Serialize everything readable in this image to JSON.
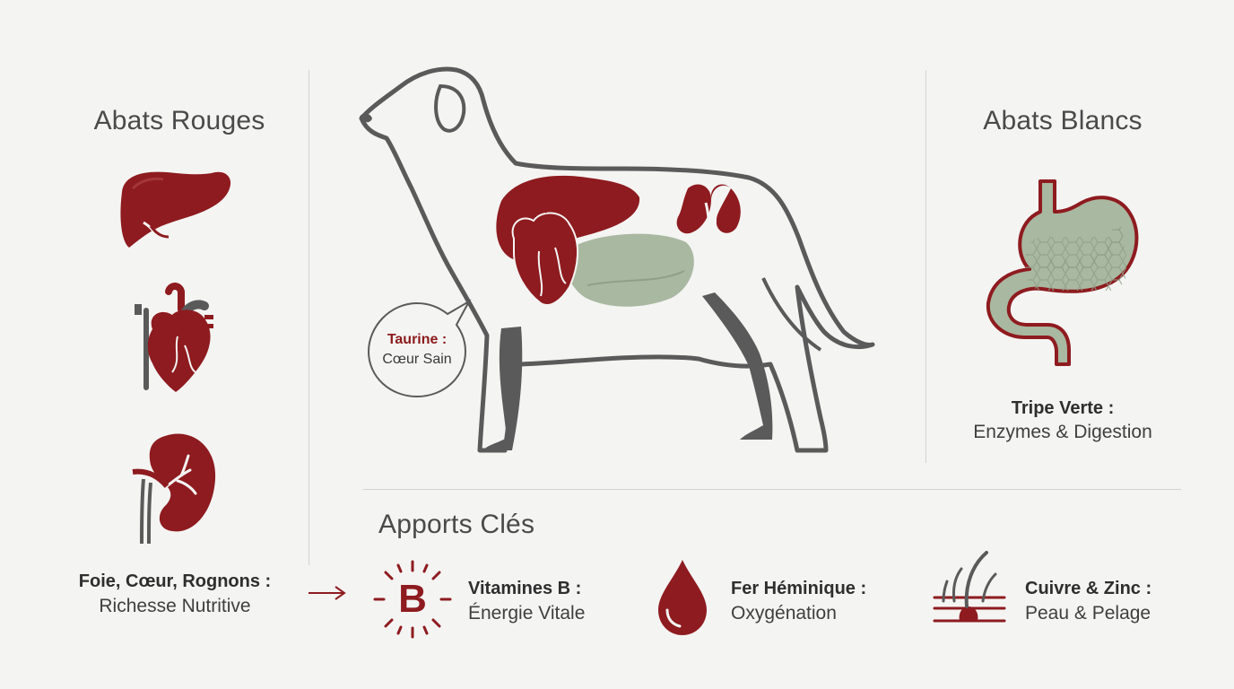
{
  "left": {
    "title": "Abats Rouges",
    "caption_strong": "Foie, Cœur, Rognons :",
    "caption_sub": "Richesse Nutritive"
  },
  "right": {
    "title": "Abats Blancs",
    "caption_strong": "Tripe Verte :",
    "caption_sub": "Enzymes & Digestion"
  },
  "bubble": {
    "strong": "Taurine :",
    "sub": "Cœur Sain"
  },
  "benefits": {
    "title": "Apports Clés",
    "items": [
      {
        "strong": "Vitamines B :",
        "sub": "Énergie Vitale",
        "icon_text": "B"
      },
      {
        "strong": "Fer Héminique :",
        "sub": "Oxygénation"
      },
      {
        "strong": "Cuivre & Zinc :",
        "sub": "Peau & Pelage"
      }
    ]
  },
  "colors": {
    "organ_red": "#8e1b1f",
    "tripe_green": "#a9b8a0",
    "outline_gray": "#5a5a5a",
    "background": "#f4f4f3"
  },
  "icons": [
    "liver-icon",
    "heart-icon",
    "kidney-icon",
    "stomach-icon",
    "vitamin-b-icon",
    "blood-drop-icon",
    "skin-hair-icon",
    "arrow-right-icon"
  ]
}
